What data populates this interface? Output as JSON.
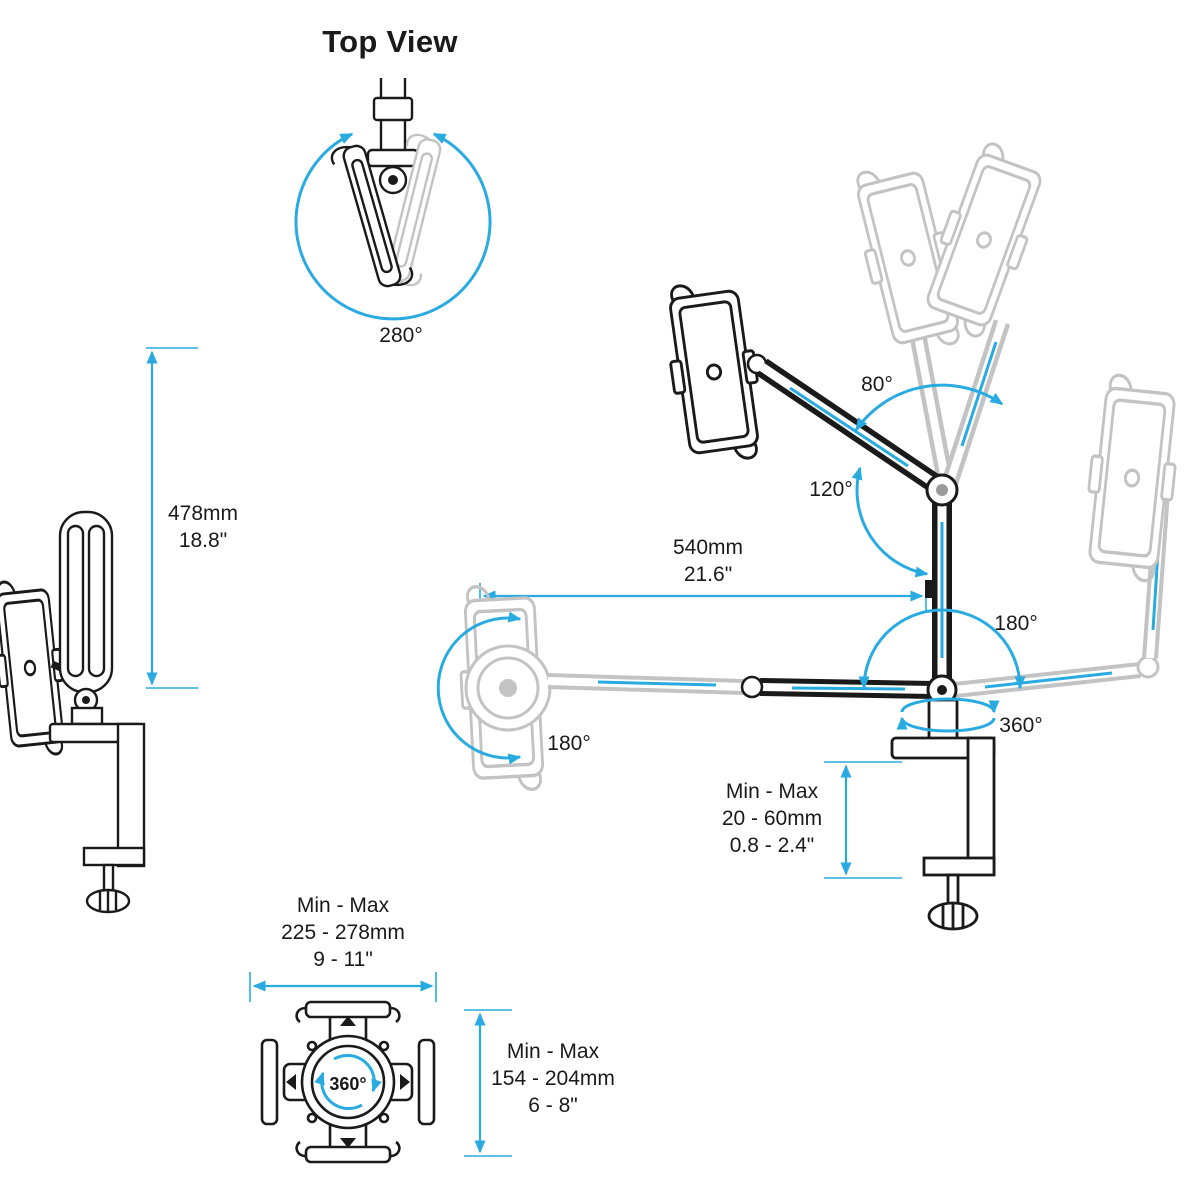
{
  "colors": {
    "line": "#1a1a1a",
    "ghost": "#c3c3c3",
    "accent": "#29abe2",
    "background": "#ffffff"
  },
  "top_view": {
    "title": "Top View",
    "rotation": "280°"
  },
  "side_view": {
    "height_mm": "478mm",
    "height_in": "18.8\""
  },
  "main_view": {
    "arm_length_mm": "540mm",
    "arm_length_in": "21.6\"",
    "tilt_upper": "80°",
    "tilt_lower": "120°",
    "swivel_arm": "180°",
    "rotate_base": "360°",
    "swivel_left": "180°",
    "clamp": {
      "label": "Min - Max",
      "range_mm": "20 - 60mm",
      "range_in": "0.8 - 2.4\""
    }
  },
  "holder_view": {
    "width": {
      "label": "Min - Max",
      "range_mm": "225 - 278mm",
      "range_in": "9 - 11\""
    },
    "rotation": "360°",
    "height": {
      "label": "Min - Max",
      "range_mm": "154 - 204mm",
      "range_in": "6 - 8\""
    }
  }
}
